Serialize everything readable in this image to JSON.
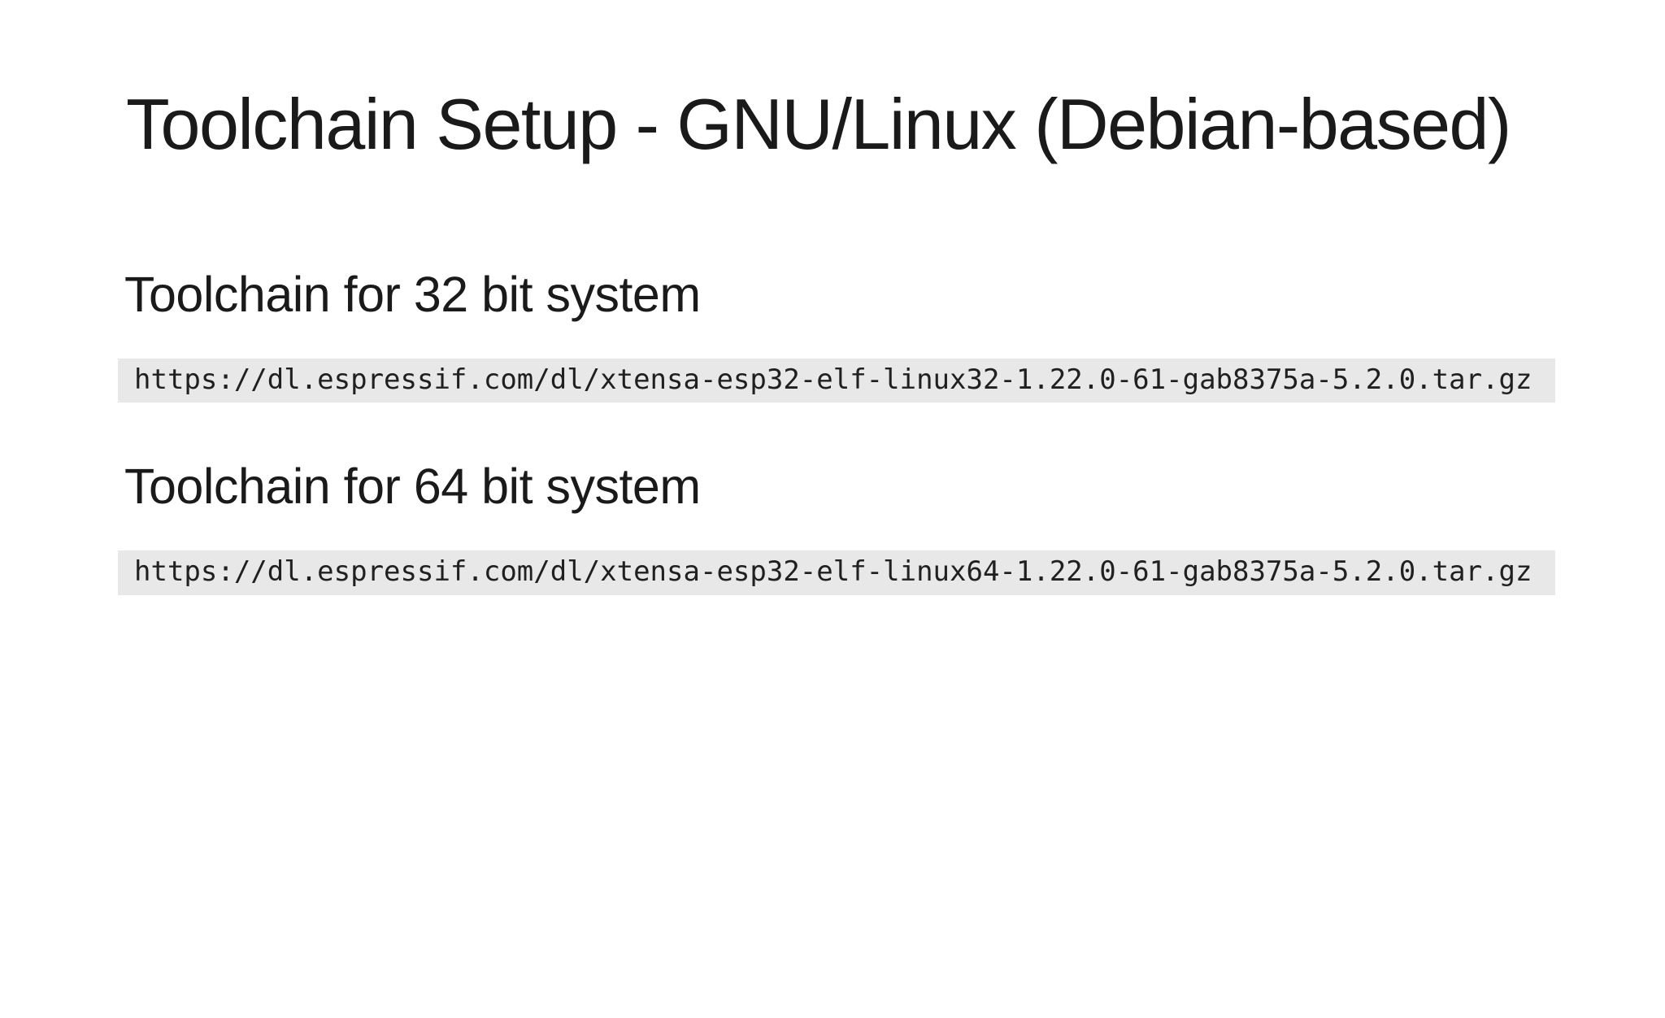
{
  "page": {
    "title": "Toolchain Setup - GNU/Linux (Debian-based)"
  },
  "sections": [
    {
      "heading": "Toolchain for 32 bit system",
      "code": "https://dl.espressif.com/dl/xtensa-esp32-elf-linux32-1.22.0-61-gab8375a-5.2.0.tar.gz"
    },
    {
      "heading": "Toolchain for 64 bit system",
      "code": "https://dl.espressif.com/dl/xtensa-esp32-elf-linux64-1.22.0-61-gab8375a-5.2.0.tar.gz"
    }
  ],
  "colors": {
    "page_background": "#ffffff",
    "code_background": "#e8e8e8",
    "text": "#1a1a1a"
  }
}
